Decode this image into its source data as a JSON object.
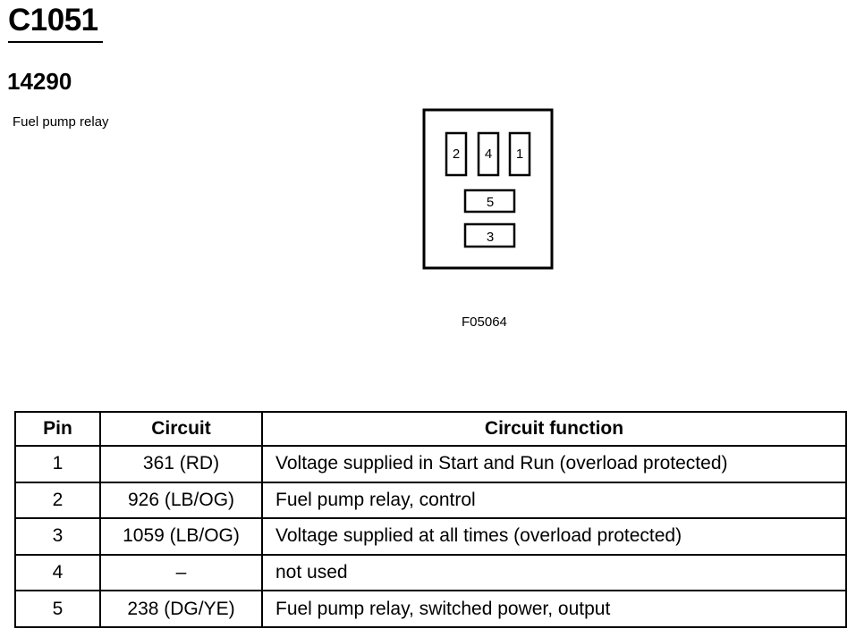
{
  "header": {
    "connector_id": "C1051",
    "part_number": "14290",
    "component_name": "Fuel pump relay"
  },
  "diagram": {
    "figure_code": "F05064",
    "pins": [
      "2",
      "4",
      "1",
      "5",
      "3"
    ]
  },
  "table": {
    "headers": [
      "Pin",
      "Circuit",
      "Circuit function"
    ],
    "rows": [
      [
        "1",
        "361 (RD)",
        "Voltage supplied in Start and Run (overload protected)"
      ],
      [
        "2",
        "926 (LB/OG)",
        "Fuel pump relay, control"
      ],
      [
        "3",
        "1059 (LB/OG)",
        "Voltage supplied at all times (overload protected)"
      ],
      [
        "4",
        "–",
        "not used"
      ],
      [
        "5",
        "238 (DG/YE)",
        "Fuel pump relay, switched power, output"
      ]
    ]
  }
}
